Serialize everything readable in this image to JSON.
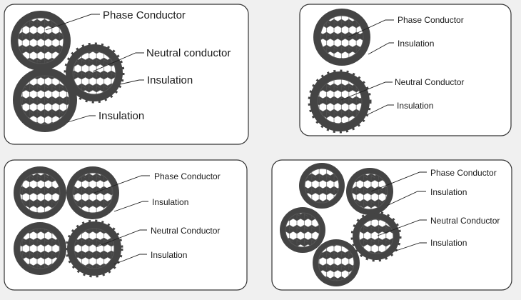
{
  "colors": {
    "insulation": "#444444",
    "strand_fill": "#ffffff",
    "strand_stroke": "#555555",
    "frame_stroke": "#333333",
    "background": "#f0f0f0"
  },
  "panels": [
    {
      "labels": [
        "Phase Conductor",
        "Neutral conductor",
        "Insulation",
        "Insulation"
      ]
    },
    {
      "labels": [
        "Phase Conductor",
        "Insulation",
        "Neutral Conductor",
        "Insulation"
      ]
    },
    {
      "labels": [
        "Phase Conductor",
        "Insulation",
        "Neutral Conductor",
        "Insulation"
      ]
    },
    {
      "labels": [
        "Phase Conductor",
        "Insulation",
        "Neutral Conductor",
        "Insulation"
      ]
    }
  ]
}
